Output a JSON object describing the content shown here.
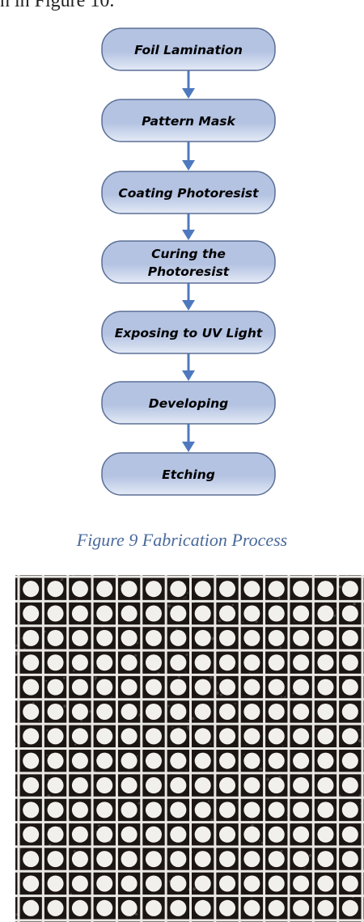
{
  "page": {
    "top_fragment": "n in Figure 10."
  },
  "flowchart": {
    "steps": [
      {
        "lines": [
          "Foil Lamination"
        ]
      },
      {
        "lines": [
          "Pattern Mask"
        ]
      },
      {
        "lines": [
          "Coating Photoresist"
        ]
      },
      {
        "lines": [
          "Curing the",
          "Photoresist"
        ]
      },
      {
        "lines": [
          "Exposing to UV Light"
        ]
      },
      {
        "lines": [
          "Developing"
        ]
      },
      {
        "lines": [
          "Etching"
        ]
      }
    ],
    "colors": {
      "box_fill": "#b4c3e2",
      "box_fill_light": "#e4eaf6",
      "box_stroke": "#5b6f96",
      "arrow": "#4f79be",
      "text": "#000000"
    }
  },
  "figure": {
    "caption": "Figure 9 Fabrication Process"
  },
  "photo": {
    "grid_rows": 14,
    "grid_cols": 14,
    "colors": {
      "background": "#1c1613",
      "grid_lines": "#eae8e4",
      "dots": "#f1f0ec"
    }
  }
}
